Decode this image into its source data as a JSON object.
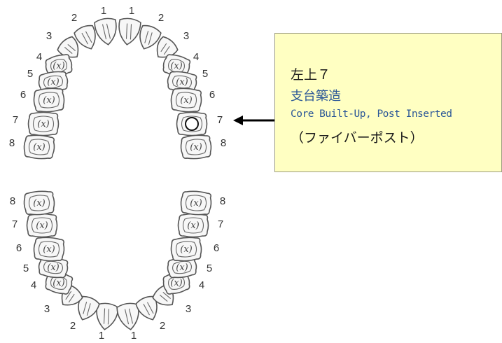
{
  "note": {
    "line1": "左上７",
    "line2": "支台築造",
    "line3": "Core Built-Up, Post Inserted",
    "line4": "（ファイバーポスト）"
  },
  "tooth_numbers": [
    "1",
    "2",
    "3",
    "4",
    "5",
    "6",
    "7",
    "8"
  ],
  "tooth_mark": "x",
  "colors": {
    "note_bg": "#ffffc2",
    "accent_text": "#2b5797",
    "tooth_fill": "#f7f7f7",
    "arrow": "#000000"
  },
  "highlighted_tooth": "upper-left-7"
}
